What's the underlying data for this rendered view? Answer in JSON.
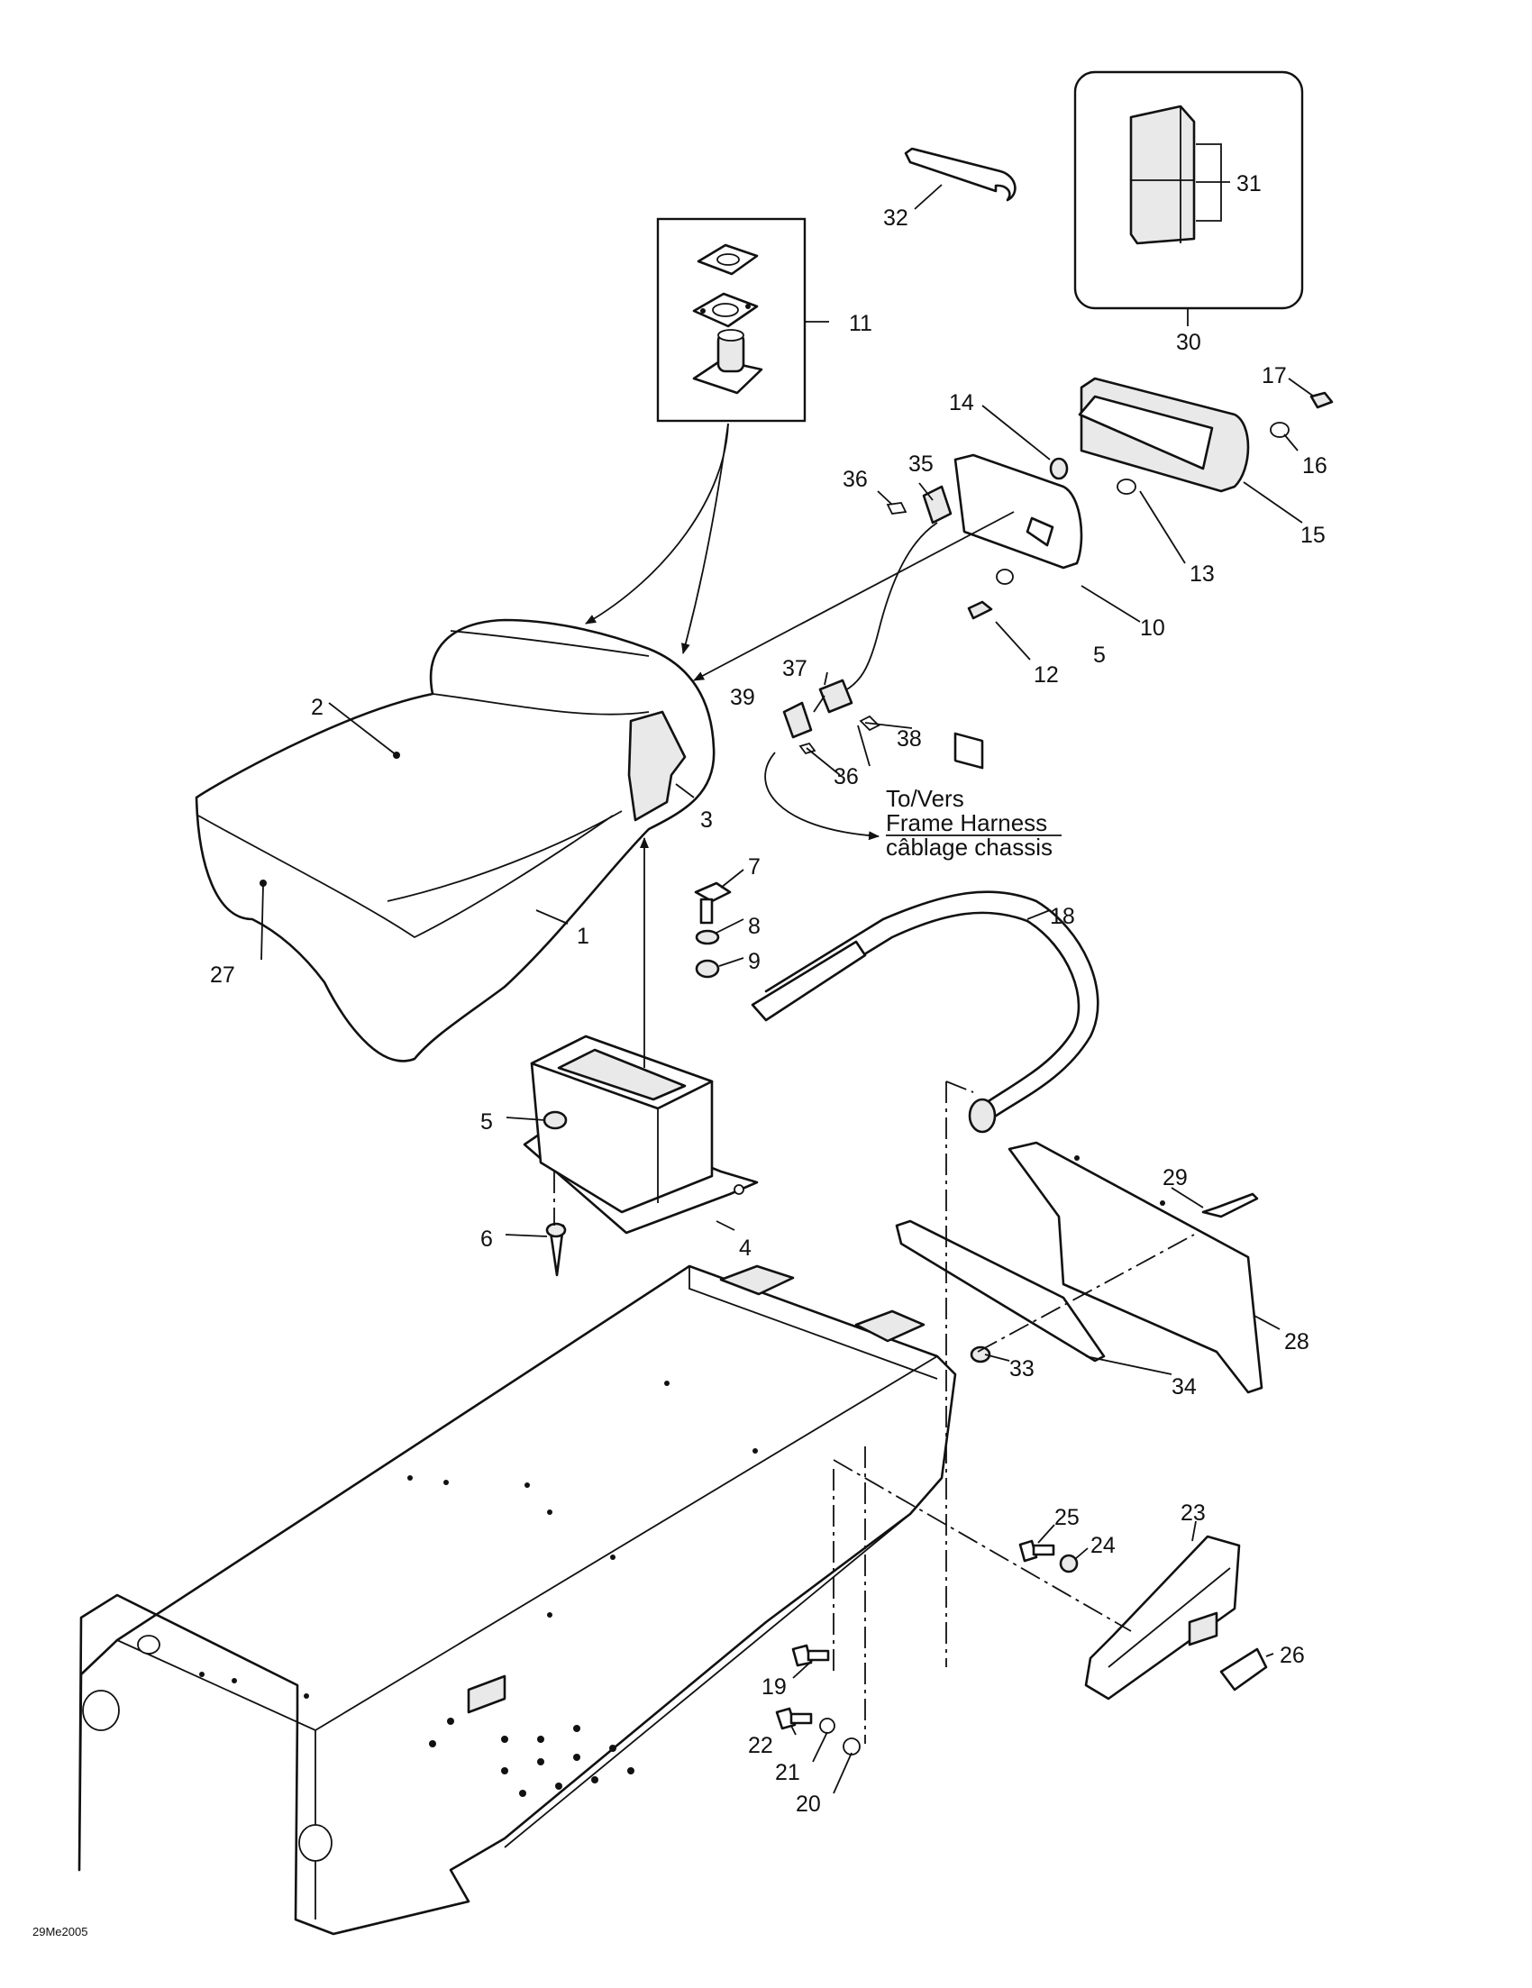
{
  "callouts": [
    {
      "id": "1",
      "text": "1"
    },
    {
      "id": "2",
      "text": "2"
    },
    {
      "id": "3",
      "text": "3"
    },
    {
      "id": "4",
      "text": "4"
    },
    {
      "id": "5a",
      "text": "5"
    },
    {
      "id": "5b",
      "text": "5"
    },
    {
      "id": "6",
      "text": "6"
    },
    {
      "id": "7",
      "text": "7"
    },
    {
      "id": "8",
      "text": "8"
    },
    {
      "id": "9",
      "text": "9"
    },
    {
      "id": "10",
      "text": "10"
    },
    {
      "id": "11",
      "text": "11"
    },
    {
      "id": "12",
      "text": "12"
    },
    {
      "id": "13",
      "text": "13"
    },
    {
      "id": "14",
      "text": "14"
    },
    {
      "id": "15",
      "text": "15"
    },
    {
      "id": "16",
      "text": "16"
    },
    {
      "id": "17",
      "text": "17"
    },
    {
      "id": "18",
      "text": "18"
    },
    {
      "id": "19",
      "text": "19"
    },
    {
      "id": "20",
      "text": "20"
    },
    {
      "id": "21",
      "text": "21"
    },
    {
      "id": "22",
      "text": "22"
    },
    {
      "id": "23",
      "text": "23"
    },
    {
      "id": "24",
      "text": "24"
    },
    {
      "id": "25",
      "text": "25"
    },
    {
      "id": "26",
      "text": "26"
    },
    {
      "id": "27",
      "text": "27"
    },
    {
      "id": "28",
      "text": "28"
    },
    {
      "id": "29",
      "text": "29"
    },
    {
      "id": "30",
      "text": "30"
    },
    {
      "id": "31",
      "text": "31"
    },
    {
      "id": "32",
      "text": "32"
    },
    {
      "id": "33",
      "text": "33"
    },
    {
      "id": "34",
      "text": "34"
    },
    {
      "id": "35",
      "text": "35"
    },
    {
      "id": "36a",
      "text": "36"
    },
    {
      "id": "36b",
      "text": "36"
    },
    {
      "id": "37",
      "text": "37"
    },
    {
      "id": "38",
      "text": "38"
    },
    {
      "id": "39",
      "text": "39"
    }
  ],
  "harness_note": {
    "line1": "To/Vers",
    "line2": "Frame Harness",
    "line3": "câblage chassis"
  },
  "drawing_code": "29Me2005"
}
